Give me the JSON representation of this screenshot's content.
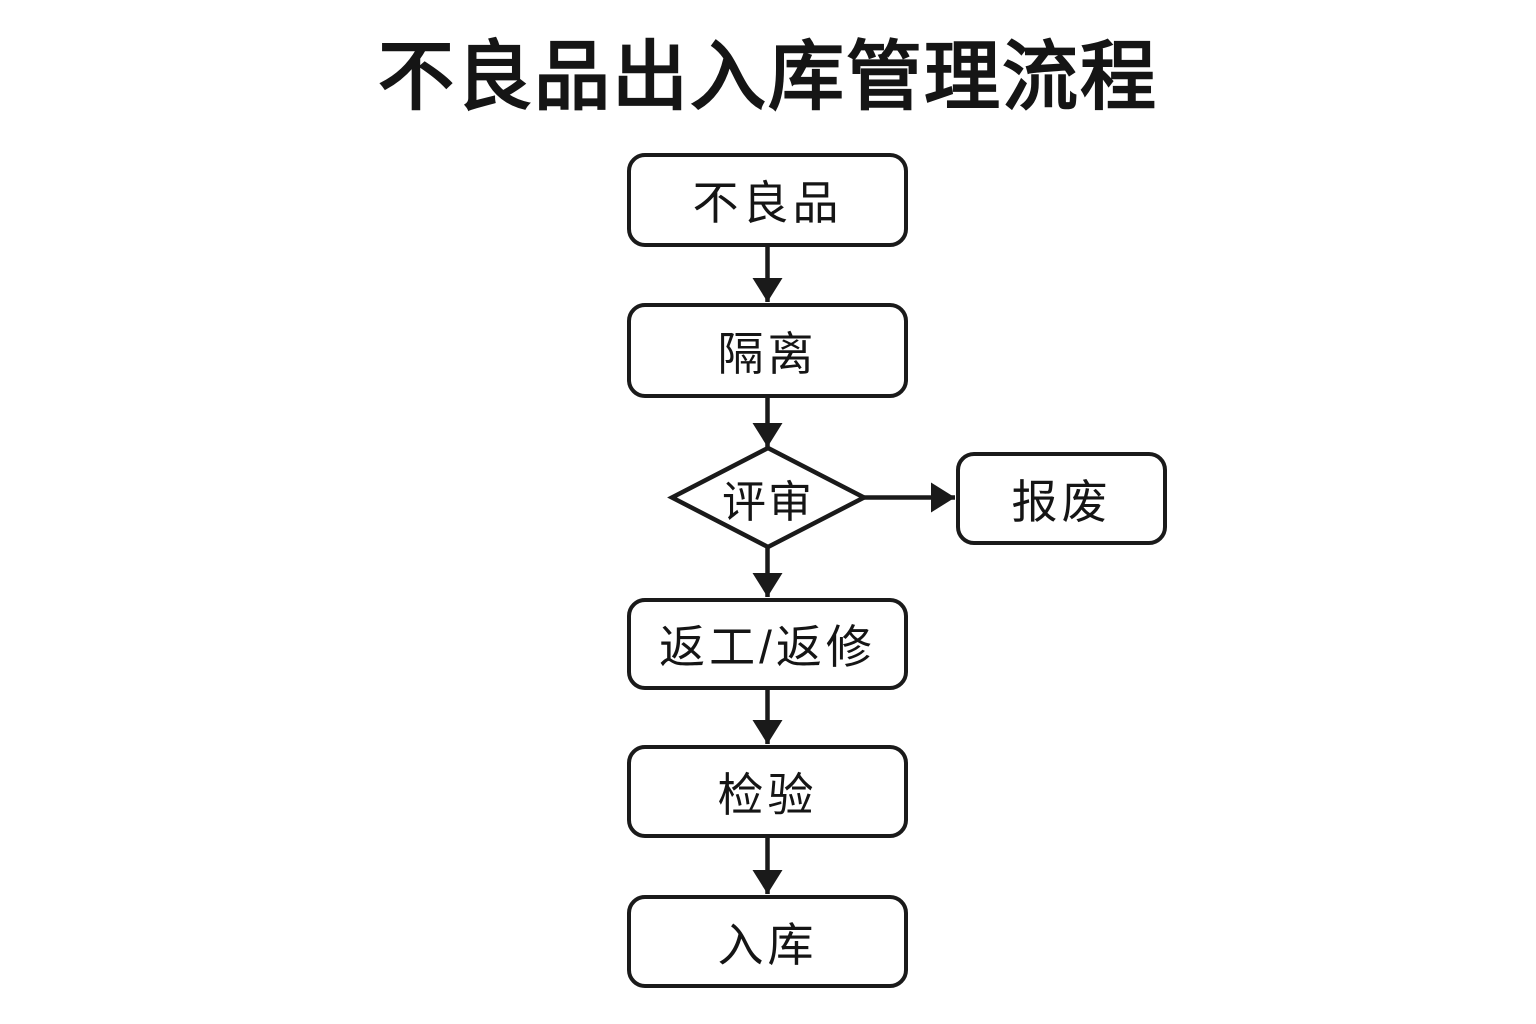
{
  "title": "不良品出入库管理流程",
  "diagram": {
    "type": "flowchart",
    "nodes": [
      {
        "id": "defective-product",
        "label": "不良品",
        "shape": "rounded-rect"
      },
      {
        "id": "isolation",
        "label": "隔离",
        "shape": "rounded-rect"
      },
      {
        "id": "review",
        "label": "评审",
        "shape": "diamond"
      },
      {
        "id": "scrap",
        "label": "报废",
        "shape": "rounded-rect"
      },
      {
        "id": "rework-repair",
        "label": "返工/返修",
        "shape": "rounded-rect"
      },
      {
        "id": "inspection",
        "label": "检验",
        "shape": "rounded-rect"
      },
      {
        "id": "warehouse-in",
        "label": "入库",
        "shape": "rounded-rect"
      }
    ],
    "edges": [
      {
        "from": "defective-product",
        "to": "isolation"
      },
      {
        "from": "isolation",
        "to": "review"
      },
      {
        "from": "review",
        "to": "scrap"
      },
      {
        "from": "review",
        "to": "rework-repair"
      },
      {
        "from": "rework-repair",
        "to": "inspection"
      },
      {
        "from": "inspection",
        "to": "warehouse-in"
      }
    ],
    "colors": {
      "background": "#ffffff",
      "node_fill": "#ffffff",
      "stroke": "#1a1a1a",
      "text": "#151515"
    }
  }
}
